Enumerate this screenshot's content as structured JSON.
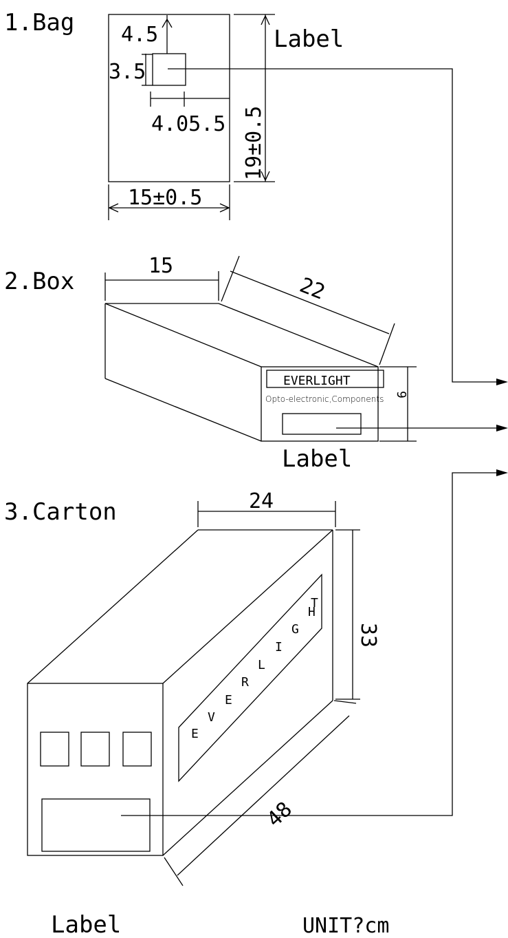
{
  "bag": {
    "title": "1.Bag",
    "label": "Label",
    "dim_top": "4.5",
    "dim_left": "3.5",
    "dim_bottom": "4.05.5",
    "dim_height": "19±0.5",
    "dim_width": "15±0.5"
  },
  "box": {
    "title": "2.Box",
    "dim_width": "15",
    "dim_length": "22",
    "dim_height": "9",
    "brand": "EVERLIGHT",
    "subtitle": "Opto-electronic,Components",
    "label": "Label"
  },
  "carton": {
    "title": "3.Carton",
    "dim_width": "24",
    "dim_height": "33",
    "dim_length": "48",
    "brand_letters": [
      "E",
      "V",
      "E",
      "R",
      "L",
      "I",
      "G",
      "H",
      "T"
    ],
    "label": "Label"
  },
  "unit": "UNIT?cm"
}
